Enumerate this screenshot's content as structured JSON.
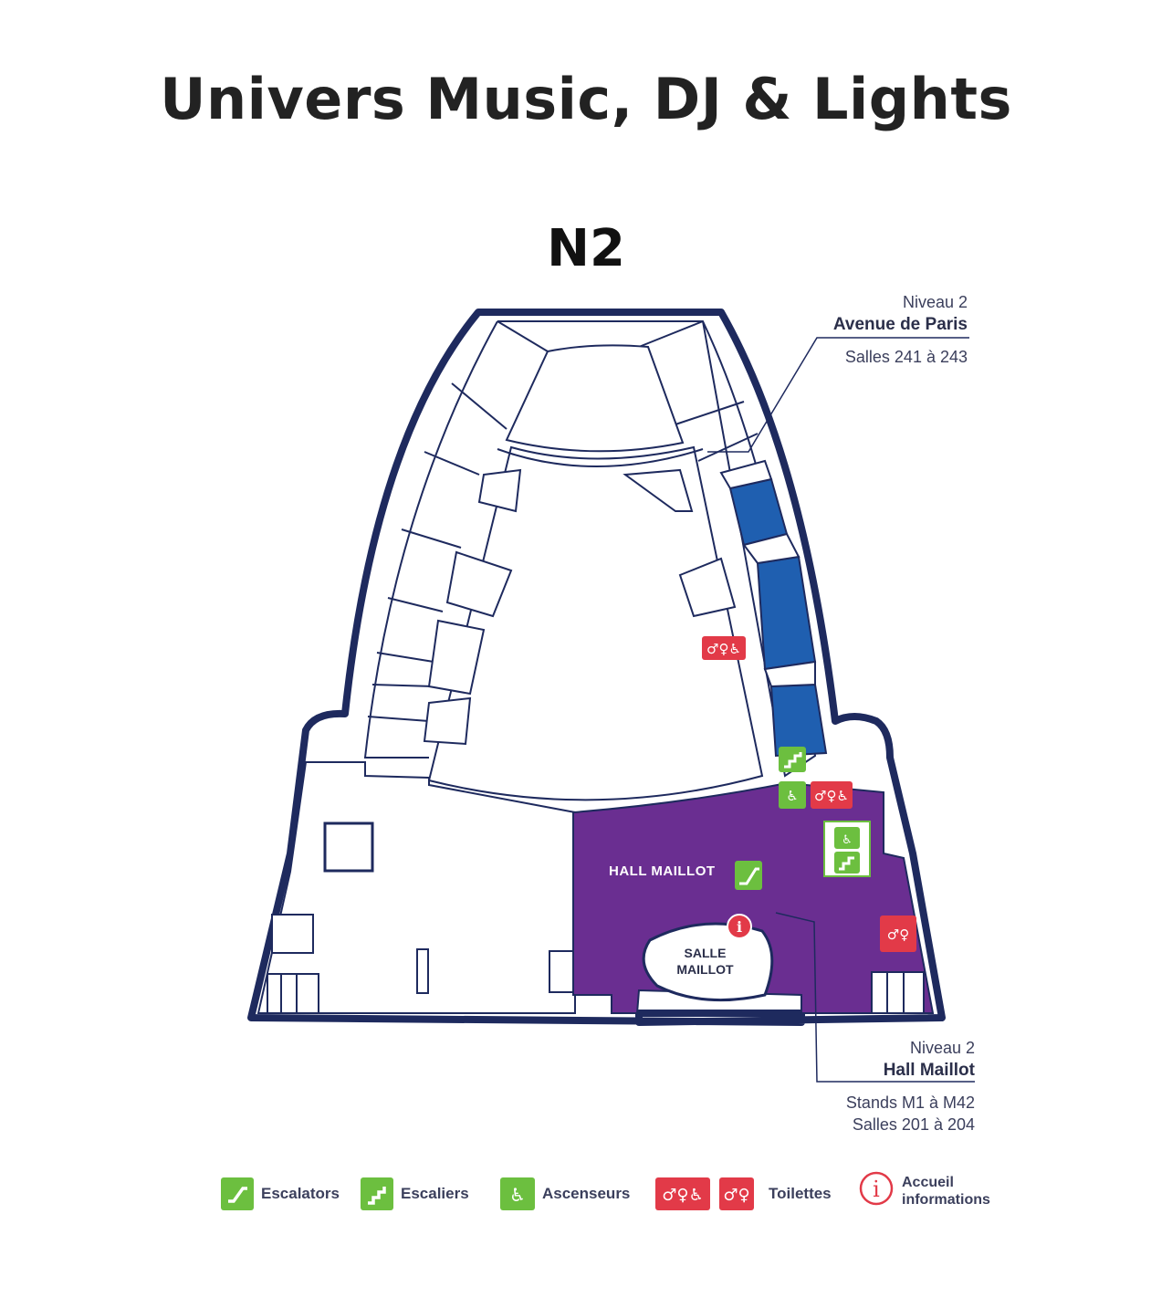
{
  "title": "Univers Music, DJ & Lights",
  "level_label": "N2",
  "callouts": {
    "top": {
      "level": "Niveau 2",
      "name": "Avenue de Paris",
      "detail": "Salles  241 à 243"
    },
    "bottom": {
      "level": "Niveau 2",
      "name": "Hall Maillot",
      "detail_1": "Stands M1 à M42",
      "detail_2": "Salles 201 à 204"
    }
  },
  "map_labels": {
    "hall": "HALL MAILLOT",
    "salle_line1": "SALLE",
    "salle_line2": "MAILLOT"
  },
  "legend": {
    "escalators": "Escalators",
    "escaliers": "Escaliers",
    "ascenseurs": "Ascenseurs",
    "toilettes": "Toilettes",
    "accueil_line1": "Accueil",
    "accueil_line2": "informations"
  },
  "colors": {
    "outline": "#1e2a5e",
    "highlight_blue": "#1f5fb0",
    "hall_purple": "#6a2e91",
    "icon_green": "#6cbf3f",
    "icon_red": "#e23a48"
  },
  "icons": [
    "escalator-icon",
    "stairs-icon",
    "elevator-icon",
    "toilet-accessible-icon",
    "toilet-icon",
    "info-icon"
  ]
}
